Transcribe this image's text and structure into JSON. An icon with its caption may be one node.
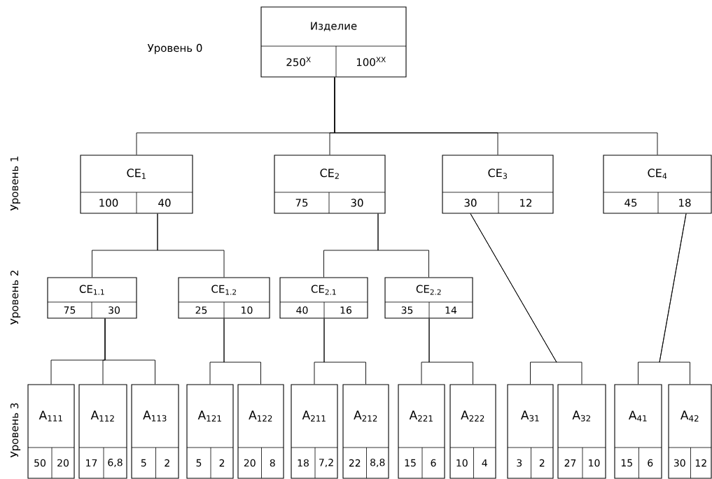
{
  "diagram": {
    "nodes": [
      {
        "text": [
          "Изделие",
          "250$^{X}$",
          "100$^{XX}$"
        ]
      },
      {
        "text": [
          "CE$_{1}$",
          "100",
          "40"
        ]
      },
      {
        "text": [
          "CE$_{2}$",
          "75",
          "30"
        ]
      },
      {
        "text": [
          "CE$_{3}$",
          "30",
          "12"
        ]
      },
      {
        "text": [
          "CE$_{4}$",
          "45",
          "18"
        ]
      },
      {
        "text": [
          "CE$_{1.1}$",
          "75",
          "30"
        ]
      },
      {
        "text": [
          "CE$_{1.2}$",
          "25",
          "10"
        ]
      },
      {
        "text": [
          "CE$_{2.1}$",
          "40",
          "16"
        ]
      },
      {
        "text": [
          "CE$_{2.2}$",
          "35",
          "14"
        ]
      },
      {
        "text": [
          "A$_{111}$",
          "50",
          "20"
        ]
      },
      {
        "text": [
          "A$_{112}$",
          "17",
          "6,8"
        ]
      },
      {
        "text": [
          "A$_{113}$",
          "5",
          "2"
        ]
      },
      {
        "text": [
          "A$_{121}$",
          "5",
          "2"
        ]
      },
      {
        "text": [
          "A$_{122}$",
          "20",
          "8"
        ]
      },
      {
        "text": [
          "A$_{211}$",
          "18",
          "7,2"
        ]
      },
      {
        "text": [
          "A$_{212}$",
          "22",
          "8,8"
        ]
      },
      {
        "text": [
          "A$_{221}$",
          "15",
          "6"
        ]
      },
      {
        "text": [
          "A$_{222}$",
          "10",
          "4"
        ]
      },
      {
        "text": [
          "A$_{31}$",
          "3",
          "2"
        ]
      },
      {
        "text": [
          "A$_{32}$",
          "27",
          "10"
        ]
      },
      {
        "text": [
          "A$_{41}$",
          "15",
          "6"
        ]
      },
      {
        "text": [
          "A$_{42}$",
          "30",
          "12"
        ]
      }
    ],
    "edges": [
      {
        "from": 0,
        "to": 1,
        "arrow": "none"
      },
      {
        "from": 0,
        "to": 2,
        "arrow": "none"
      },
      {
        "from": 0,
        "to": 3,
        "arrow": "none"
      },
      {
        "from": 0,
        "to": 4,
        "arrow": "none"
      },
      {
        "from": 1,
        "to": 5,
        "arrow": "none"
      },
      {
        "from": 1,
        "to": 6,
        "arrow": "none"
      },
      {
        "from": 2,
        "to": 7,
        "arrow": "none"
      },
      {
        "from": 2,
        "to": 8,
        "arrow": "none"
      },
      {
        "from": 5,
        "to": 9,
        "arrow": "none"
      },
      {
        "from": 5,
        "to": 10,
        "arrow": "none"
      },
      {
        "from": 5,
        "to": 11,
        "arrow": "none"
      },
      {
        "from": 6,
        "to": 12,
        "arrow": "none"
      },
      {
        "from": 6,
        "to": 13,
        "arrow": "none"
      },
      {
        "from": 7,
        "to": 14,
        "arrow": "none"
      },
      {
        "from": 7,
        "to": 15,
        "arrow": "none"
      },
      {
        "from": 8,
        "to": 16,
        "arrow": "none"
      },
      {
        "from": 8,
        "to": 17,
        "arrow": "none"
      },
      {
        "from": 3,
        "to": 18,
        "arrow": "none"
      },
      {
        "from": 3,
        "to": 19,
        "arrow": "none"
      },
      {
        "from": 4,
        "to": 20,
        "arrow": "none"
      },
      {
        "from": 4,
        "to": 21,
        "arrow": "none"
      }
    ],
    "labels": [
      "Уровень 0",
      "Уровень 1",
      "Уровень 2",
      "Уровень 3"
    ]
  }
}
